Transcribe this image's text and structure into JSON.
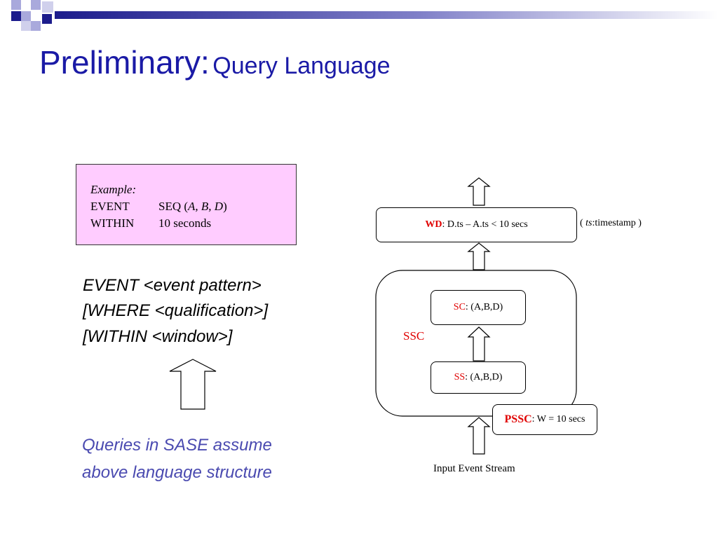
{
  "slide": {
    "title_main": "Preliminary:",
    "title_sub": "Query Language"
  },
  "example": {
    "label": "Example:",
    "event_keyword": "EVENT",
    "seq_prefix": "SEQ (",
    "seq_args": "A, B, D",
    "seq_suffix": ")",
    "within_keyword": "WITHIN",
    "within_value": "10  seconds"
  },
  "grammar": {
    "line1": "EVENT <event pattern>",
    "line2": "[WHERE <qualification>]",
    "line3": "[WITHIN <window>]"
  },
  "caption": {
    "line1": "Queries in SASE assume",
    "line2": "above language structure"
  },
  "plan": {
    "wd_label": "WD",
    "wd_text": ": D.ts – A.ts < 10 secs",
    "ts_note_open": "( ",
    "ts_note_italic": "ts",
    "ts_note_rest": ":timestamp )",
    "ssc_label": "SSC",
    "sc_label": "SC",
    "sc_text": ": (A,B,D)",
    "ss_label": "SS",
    "ss_text": ": (A,B,D)",
    "pssc_label": "PSSC",
    "pssc_text": ": W = 10 secs",
    "input_label": "Input Event Stream"
  },
  "colors": {
    "title": "#1a1aa6",
    "caption": "#4a4ab0",
    "example_bg": "#ffccff",
    "operator_label": "#e00000",
    "deco_navy": "#1c1c8c",
    "deco_lavender": "#a9a9dc"
  }
}
